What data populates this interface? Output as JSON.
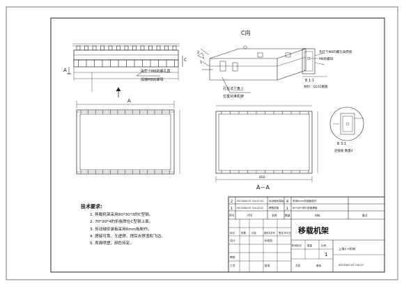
{
  "views": {
    "top_view_label": "C向",
    "section_label": "A－A",
    "section_arrow_left": "A",
    "section_arrow_bottom": "A",
    "view_c_arrow": "C",
    "side_marker_1": "1",
    "side_marker_2": "2",
    "callout_holes": [
      "先打个M6的螺孔再",
      "焊接M8的螺母"
    ],
    "callout_flange": [
      "孔在法兰盘上",
      "位置对准机架"
    ],
    "callout_detail": [
      "先打个M6的螺孔再焊接",
      "M8的螺母"
    ],
    "detail_b_label": "B 1:1",
    "detail_b_sub": "材料：Q235钢板",
    "detail_d_label": "B 3:1",
    "detail_d_sub": "连接板  数量4",
    "dim_bottom": "850"
  },
  "notes": {
    "title": "技术要求:",
    "items": [
      "1. 移载机架采用80*30*3的C型钢。",
      "2. 70*30*4的折板焊在C型钢上面。",
      "3. 传动轴安装板采用6mm板制作。",
      "4. 焊接可靠，无虚焊，焊后去焊渣和飞边。",
      "5. 表面喷塑，颜色待定。"
    ]
  },
  "title_block": {
    "parts": [
      {
        "no": "2",
        "code": "XSCX000-YZ-740-07-02",
        "name": "传动轴安装板",
        "qty": "4",
        "spec": "采用6mm的钢板制作"
      },
      {
        "no": "1",
        "code": "XSCX000-YZ-740-07-01",
        "name": "移载机架",
        "qty": "1",
        "spec": "80*30*3的C型钢焊接"
      }
    ],
    "header_labels": [
      "序号",
      "代号",
      "名称",
      "数量",
      "材料",
      "备注"
    ],
    "drawing_title": "移载机架",
    "sign_labels": [
      "标记",
      "处数",
      "分区",
      "更改文件号",
      "签名",
      "年月日"
    ],
    "role_labels": [
      "设计",
      "审核",
      "工艺",
      "批准"
    ],
    "std_label": "标准化",
    "stage_labels": [
      "阶段标记",
      "重量",
      "比例"
    ],
    "scale_value": "1",
    "sheet_labels": [
      "共张",
      "第张"
    ],
    "drawing_no": "XSCX000-YZ-740-07",
    "company": "上海××机械"
  }
}
